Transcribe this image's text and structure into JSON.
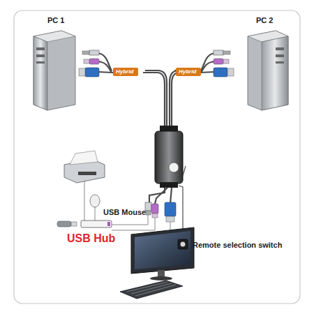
{
  "diagram": {
    "nodes": [
      {
        "text": [
          "Hybrid"
        ]
      },
      {
        "text": [
          "Hybrid"
        ]
      }
    ],
    "labels": [
      "PC 1",
      "PC 2",
      "USB Mouse",
      "USB Hub",
      "Remote selection switch"
    ]
  }
}
